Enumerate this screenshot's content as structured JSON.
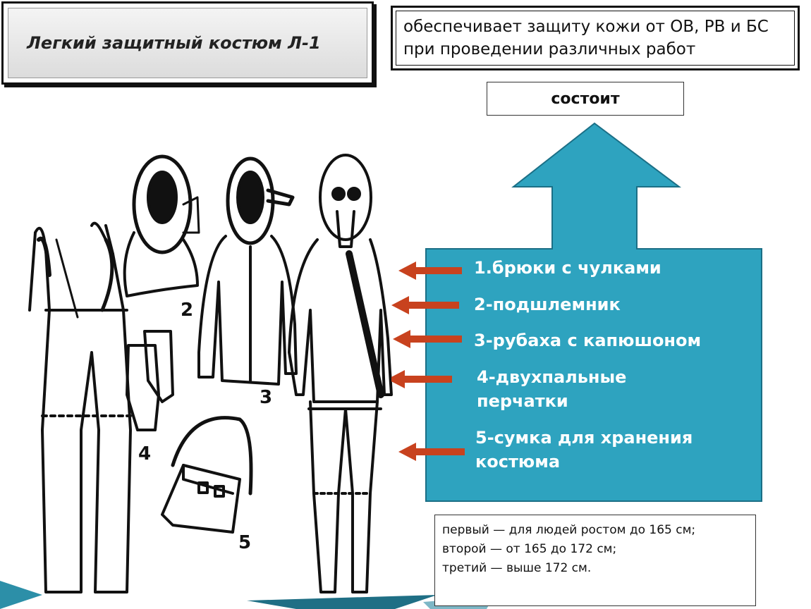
{
  "title": "Легкий защитный костюм Л-1",
  "description": "обеспечивает защиту кожи от ОВ, РВ и БС при проведении различных работ",
  "consists_label": "состоит",
  "items": [
    {
      "text": "1.брюки с чулками"
    },
    {
      "text": "2-подшлемник"
    },
    {
      "text": "3-рубаха с капюшоном"
    },
    {
      "text": "4-двухпальные перчатки"
    },
    {
      "text": "5-сумка для хранения костюма"
    }
  ],
  "figure_numbers": [
    "2",
    "3",
    "4",
    "5"
  ],
  "sizes": [
    "первый — для людей ростом до 165 см;",
    "второй — от 165 до 172 см;",
    "третий — выше 172 см."
  ],
  "colors": {
    "teal": "#2ea3bf",
    "arrow": "#c8421e"
  }
}
